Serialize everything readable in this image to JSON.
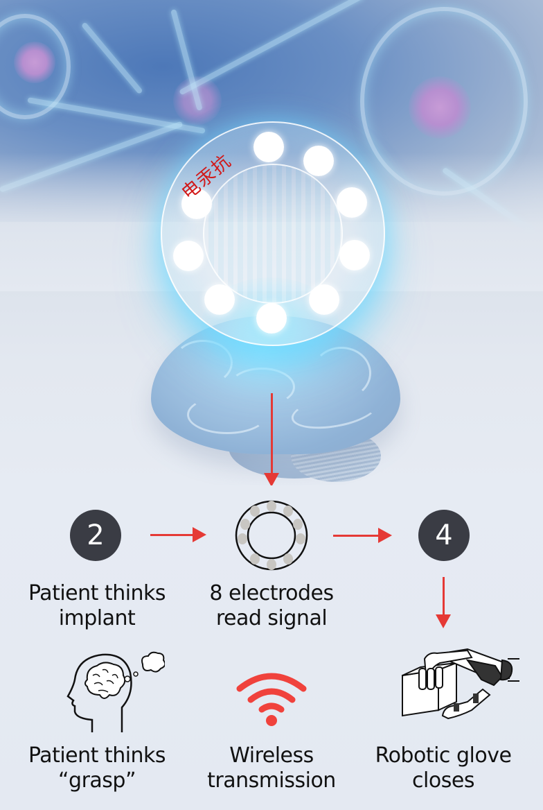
{
  "hero": {
    "implant_text": "电汞抗",
    "electrode_count": 8,
    "colors": {
      "accent_red": "#e53935",
      "cjk_red": "#d11818",
      "badge_dark": "#3a3c44",
      "background": "#e4e9f2"
    }
  },
  "flow_row_1": {
    "step_2": {
      "number": "2",
      "label_line1": "Patient thinks",
      "label_line2": "implant"
    },
    "electrode_ring": {
      "label_line1": "8 electrodes",
      "label_line2": "read signal"
    },
    "step_4": {
      "number": "4"
    }
  },
  "flow_row_2": {
    "thinking": {
      "icon": "head-brain-thought-icon",
      "label_line1": "Patient thinks",
      "label_line2": "“grasp”"
    },
    "wireless": {
      "icon": "wifi-icon",
      "label_line1": "Wireless",
      "label_line2": "transmission"
    },
    "glove": {
      "icon": "robotic-hand-icon",
      "label_line1": "Robotic glove",
      "label_line2": "closes"
    }
  }
}
